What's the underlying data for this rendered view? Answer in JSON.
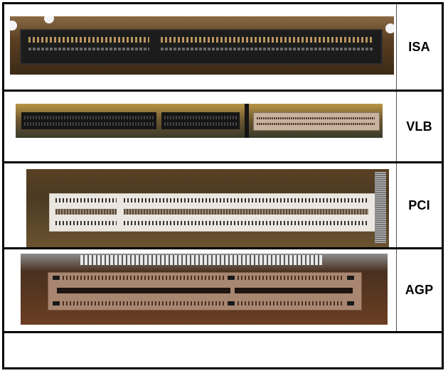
{
  "table": {
    "rows": [
      {
        "label": "ISA",
        "image": "isa-slot-photo",
        "description": "black ISA expansion slot on brown motherboard"
      },
      {
        "label": "VLB",
        "image": "vlb-slot-photo",
        "description": "black VESA Local Bus slot extension beside tan slot"
      },
      {
        "label": "PCI",
        "image": "pci-slot-photo",
        "description": "white PCI expansion slot"
      },
      {
        "label": "AGP",
        "image": "agp-slot-photo",
        "description": "brown AGP expansion slot"
      },
      {
        "label": "",
        "image": "",
        "description": "empty row"
      }
    ]
  },
  "colors": {
    "border": "#000000",
    "isa_slot": "#1c1c1c",
    "vlb_slot": "#151515",
    "pci_slot": "#ebe7e0",
    "agp_slot": "#a88670",
    "board_brown": "#5b3f22"
  }
}
